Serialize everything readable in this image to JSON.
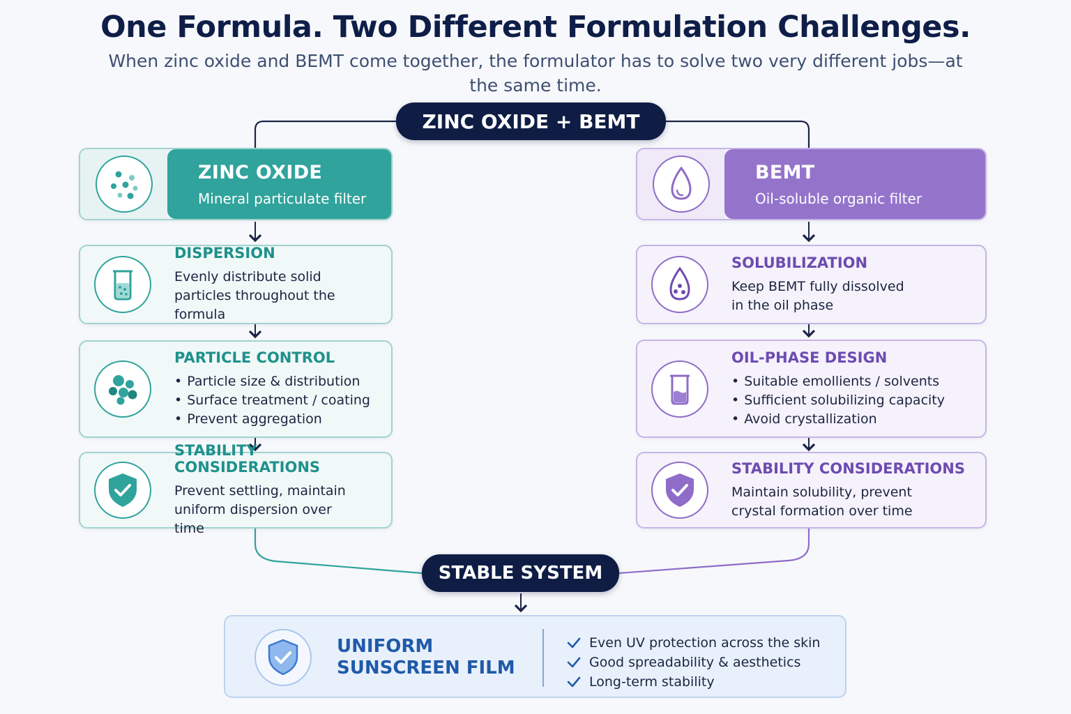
{
  "title": "One Formula. Two Different Formulation Challenges.",
  "subtitle": "When zinc oxide and BEMT come together, the formulator has to solve two very different jobs—at the same time.",
  "top_pill": "ZINC OXIDE + BEMT",
  "middle_pill": "STABLE SYSTEM",
  "colors": {
    "teal": "#2fa39c",
    "purple": "#9474cb",
    "navy": "#0f1d45",
    "blue": "#1f5aa8"
  },
  "left": {
    "header": {
      "name": "ZINC OXIDE",
      "desc": "Mineral particulate filter",
      "icon": "particles-icon"
    },
    "step1": {
      "title": "DISPERSION",
      "body": "Evenly distribute solid particles throughout the formula",
      "icon": "beaker-particles-icon"
    },
    "step2": {
      "title": "PARTICLE CONTROL",
      "items": [
        "Particle size & distribution",
        "Surface treatment / coating",
        "Prevent aggregation"
      ],
      "icon": "particle-cluster-icon"
    },
    "step3": {
      "title": "STABILITY CONSIDERATIONS",
      "body": "Prevent settling, maintain uniform dispersion over time",
      "icon": "shield-check-icon"
    }
  },
  "right": {
    "header": {
      "name": "BEMT",
      "desc": "Oil-soluble organic filter",
      "icon": "droplet-icon"
    },
    "step1": {
      "title": "SOLUBILIZATION",
      "body": "Keep BEMT fully dissolved in the oil phase",
      "icon": "droplet-dots-icon"
    },
    "step2": {
      "title": "OIL-PHASE DESIGN",
      "items": [
        "Suitable emollients / solvents",
        "Sufficient solubilizing capacity",
        "Avoid crystallization"
      ],
      "icon": "beaker-liquid-icon"
    },
    "step3": {
      "title": "STABILITY CONSIDERATIONS",
      "body": "Maintain solubility, prevent crystal formation over time",
      "icon": "shield-check-icon"
    }
  },
  "result": {
    "title": "UNIFORM SUNSCREEN FILM",
    "items": [
      "Even UV protection across the skin",
      "Good spreadability & aesthetics",
      "Long-term stability"
    ],
    "icon": "shield-check-icon"
  }
}
